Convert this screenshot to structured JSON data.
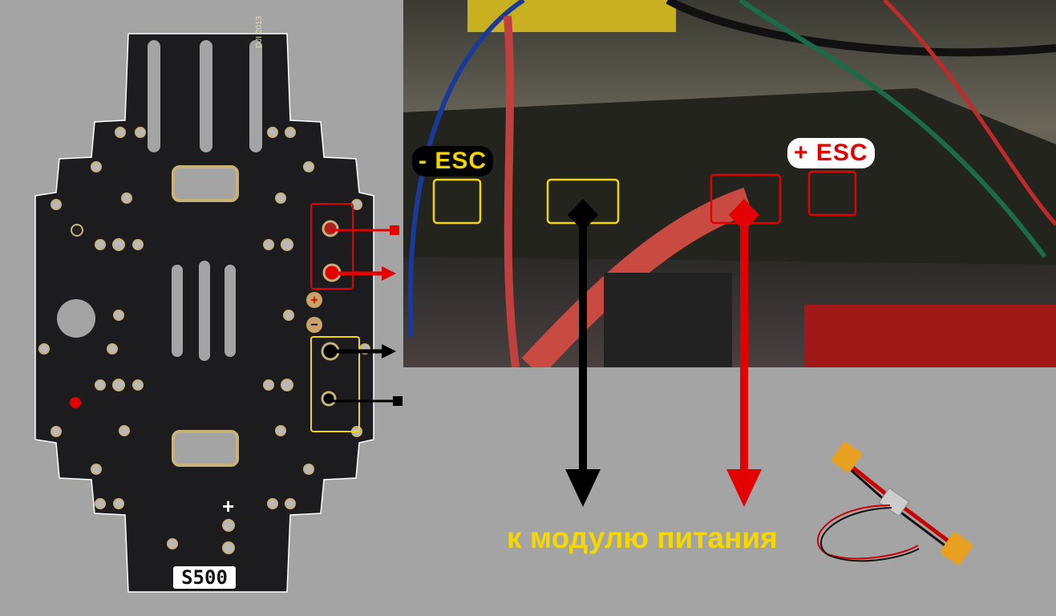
{
  "board": {
    "model_label": "S500",
    "brand_text": "DJI 2013"
  },
  "photo": {
    "minus_esc_label": "- ESC",
    "plus_esc_label": "+ ESC"
  },
  "caption": "к модулю питания",
  "colors": {
    "positive": "#e30000",
    "negative": "#000000",
    "highlight": "#f5d700",
    "background": "#a4a4a4"
  }
}
